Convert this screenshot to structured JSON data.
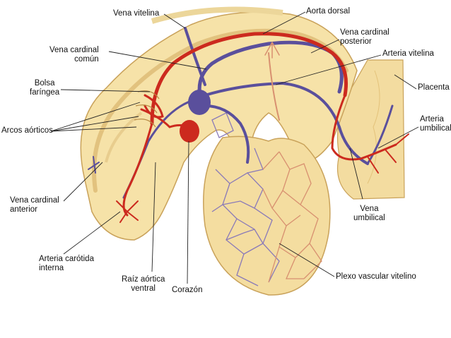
{
  "labels": {
    "vena_vitelina": "Vena vitelina",
    "aorta_dorsal": "Aorta dorsal",
    "vena_cardinal_posterior": "Vena cardinal\nposterior",
    "vena_cardinal_comun": "Vena cardinal\ncomún",
    "arteria_vitelina": "Arteria vitelina",
    "bolsa_faringea": "Bolsa\nfaríngea",
    "placenta": "Placenta",
    "arcos_aorticos": "Arcos aórticos",
    "arteria_umbilical": "Arteria\numbilical",
    "vena_cardinal_anterior": "Vena cardinal\nanterior",
    "vena_umbilical": "Vena\numbilical",
    "arteria_carotida_interna": "Arteria carótida\ninterna",
    "raiz_aortica_ventral": "Raíz aórtica\nventral",
    "corazon": "Corazón",
    "plexo_vascular_vitelino": "Plexo vascular vitelino"
  },
  "colors": {
    "artery": "#cc2a1e",
    "vein": "#5a4f9c",
    "tissue": "#f6e2a8",
    "outline": "#c9a25a"
  }
}
